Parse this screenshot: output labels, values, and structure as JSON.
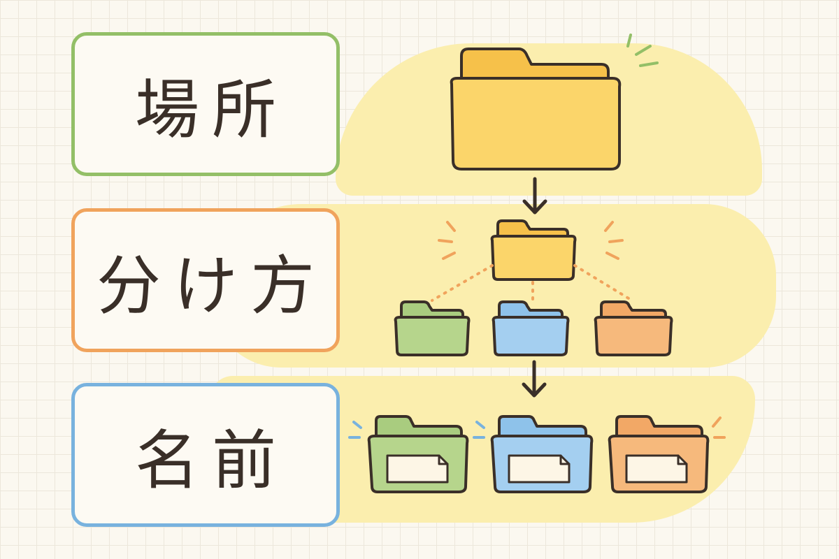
{
  "labels": {
    "location": "場所",
    "division": "分け方",
    "name": "名前"
  },
  "colors": {
    "green": "#93bf67",
    "orange": "#f0a35c",
    "blue": "#78b2de",
    "yellow_folder": "#fbd56a",
    "highlight": "#fbeeae",
    "ink": "#3a2f28"
  }
}
